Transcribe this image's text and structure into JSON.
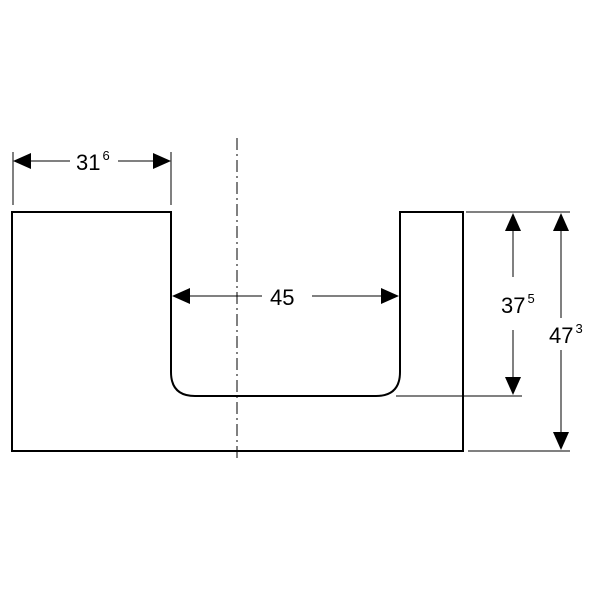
{
  "dimensions": {
    "top_left_width": {
      "main": "31",
      "sup": "6"
    },
    "inner_opening": {
      "main": "45",
      "sup": ""
    },
    "inner_depth": {
      "main": "37",
      "sup": "5"
    },
    "overall_height": {
      "main": "47",
      "sup": "3"
    }
  },
  "colors": {
    "line": "#000000",
    "background": "#ffffff"
  }
}
